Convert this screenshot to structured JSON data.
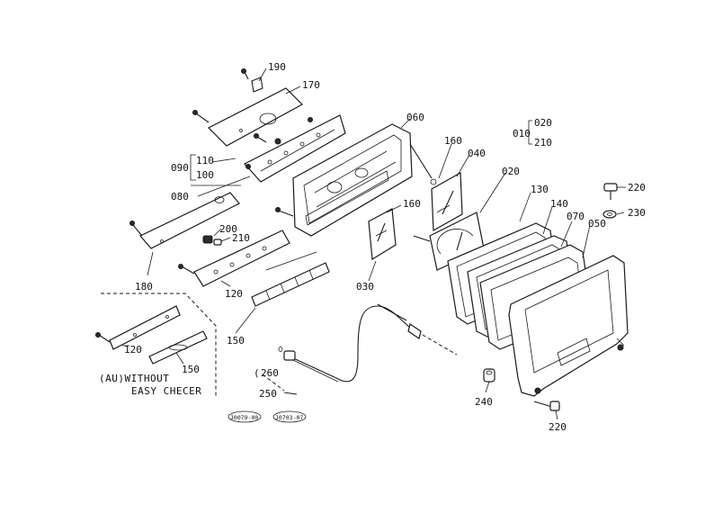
{
  "part_labels": {
    "p190": "190",
    "p170": "170",
    "p060": "060",
    "p160a": "160",
    "p040": "040",
    "p010": "010",
    "p020a": "020",
    "p210a": "210",
    "p110": "110",
    "p090": "090",
    "p100": "100",
    "p080": "080",
    "p020b": "020",
    "p130": "130",
    "p140": "140",
    "p070": "070",
    "p050": "050",
    "p220a": "220",
    "p230": "230",
    "p160b": "160",
    "p200": "200",
    "p210b": "210",
    "p180": "180",
    "p120a": "120",
    "p030": "030",
    "p150a": "150",
    "p120b": "120",
    "p150b": "150",
    "p260": "260",
    "p250": "250",
    "p240": "240",
    "p220b": "220"
  },
  "notes": {
    "line1": "(AU)WITHOUT",
    "line2": "EASY CHECER"
  },
  "refs": {
    "r1": "J0079-00",
    "r2": "J0703-07"
  }
}
